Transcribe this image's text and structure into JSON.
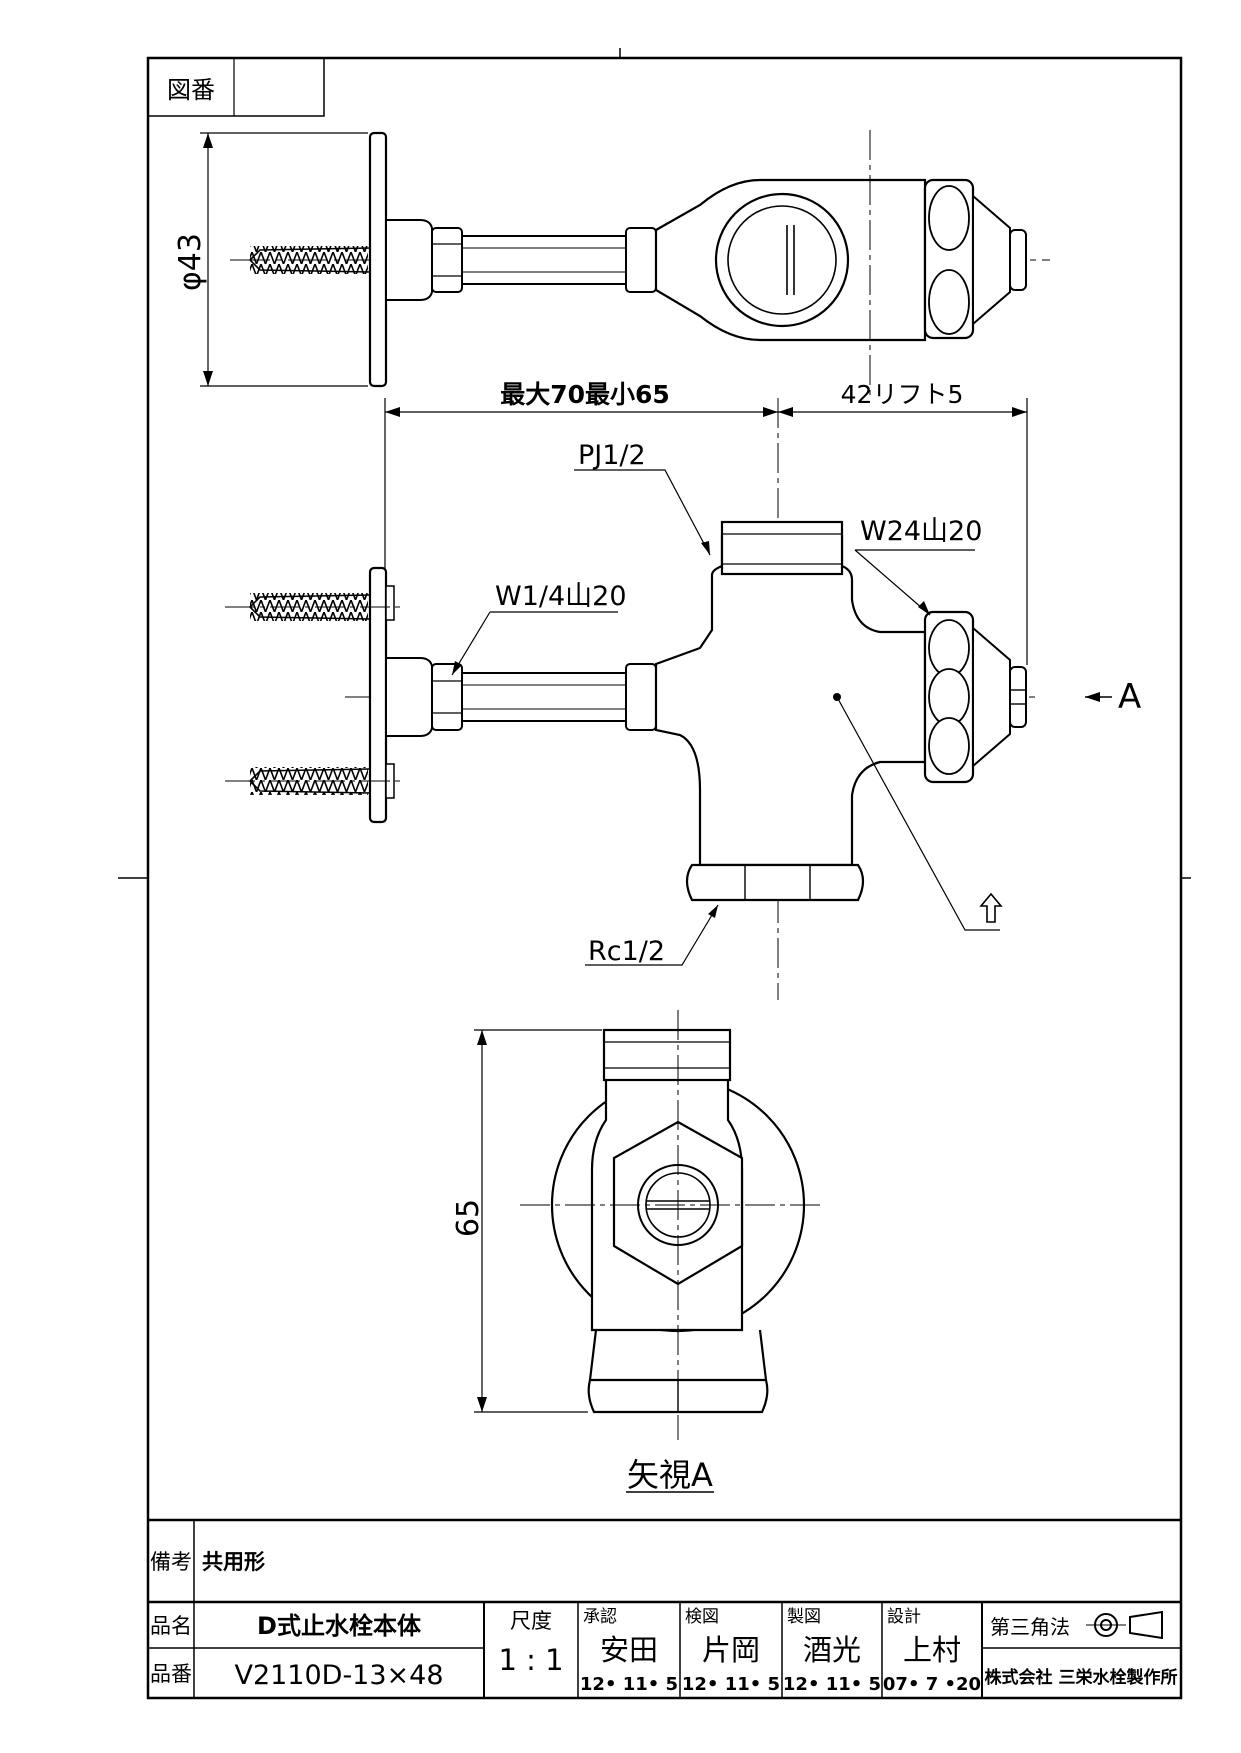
{
  "drawing_no_label": "図番",
  "drawing_no_value": "",
  "dims": {
    "dia": "φ43",
    "span_left": "最大70最小65",
    "span_right": "42リフト5",
    "thread_top": "PJ1/2",
    "thread_cap": "W24山20",
    "thread_spindle": "W1/4山20",
    "thread_bottom": "Rc1/2",
    "height": "65",
    "view_arrow": "A",
    "view_title": "矢視A"
  },
  "title_block": {
    "remarks_label": "備考",
    "remarks_value": "共用形",
    "name_label": "品名",
    "name_value": "D式止水栓本体",
    "part_label": "品番",
    "part_value": "V2110D-13×48",
    "scale_label": "尺度",
    "scale_value": "1 : 1",
    "approve_label": "承認",
    "approve_name": "安田",
    "approve_date": "12• 11• 5",
    "check_label": "検図",
    "check_name": "片岡",
    "check_date": "12• 11• 5",
    "draft_label": "製図",
    "draft_name": "酒光",
    "draft_date": "12• 11• 5",
    "design_label": "設計",
    "design_name": "上村",
    "design_date": "07• 7 •20",
    "projection_label": "第三角法",
    "company": "株式会社 三栄水栓製作所"
  }
}
